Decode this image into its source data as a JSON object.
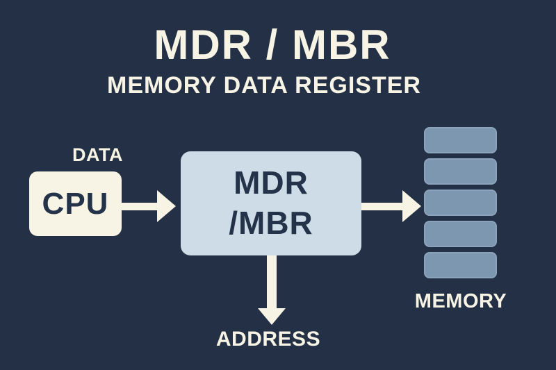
{
  "header": {
    "title": "MDR / MBR",
    "subtitle": "MEMORY DATA REGISTER"
  },
  "diagram": {
    "data_label": "DATA",
    "cpu": {
      "label": "CPU"
    },
    "register": {
      "line1": "MDR",
      "line2": "/MBR"
    },
    "memory": {
      "label": "MEMORY",
      "block_count": 5
    },
    "address_label": "ADDRESS"
  },
  "icons": {
    "arrow_right": "right-arrow-shape",
    "arrow_down": "down-arrow-shape"
  },
  "colors": {
    "background": "#233045",
    "cream": "#f8f4e5",
    "register_box": "#cedce8",
    "memory_block": "#7d97b0",
    "memory_block_border": "#8ca4bb",
    "dark_text": "#243349"
  }
}
